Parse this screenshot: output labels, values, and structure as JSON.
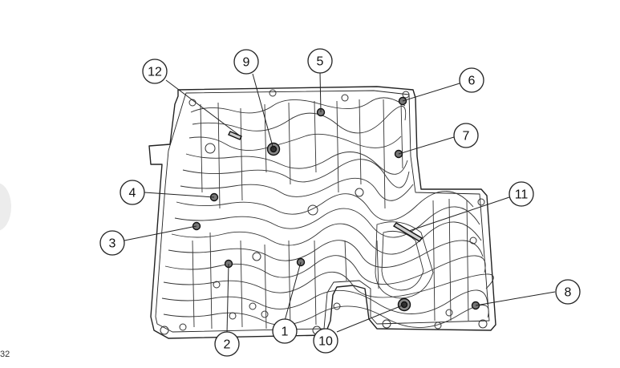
{
  "figure_id": "32",
  "callouts": [
    {
      "label": "1"
    },
    {
      "label": "2"
    },
    {
      "label": "3"
    },
    {
      "label": "4"
    },
    {
      "label": "5"
    },
    {
      "label": "6"
    },
    {
      "label": "7"
    },
    {
      "label": "8"
    },
    {
      "label": "9"
    },
    {
      "label": "10"
    },
    {
      "label": "11"
    },
    {
      "label": "12"
    }
  ]
}
